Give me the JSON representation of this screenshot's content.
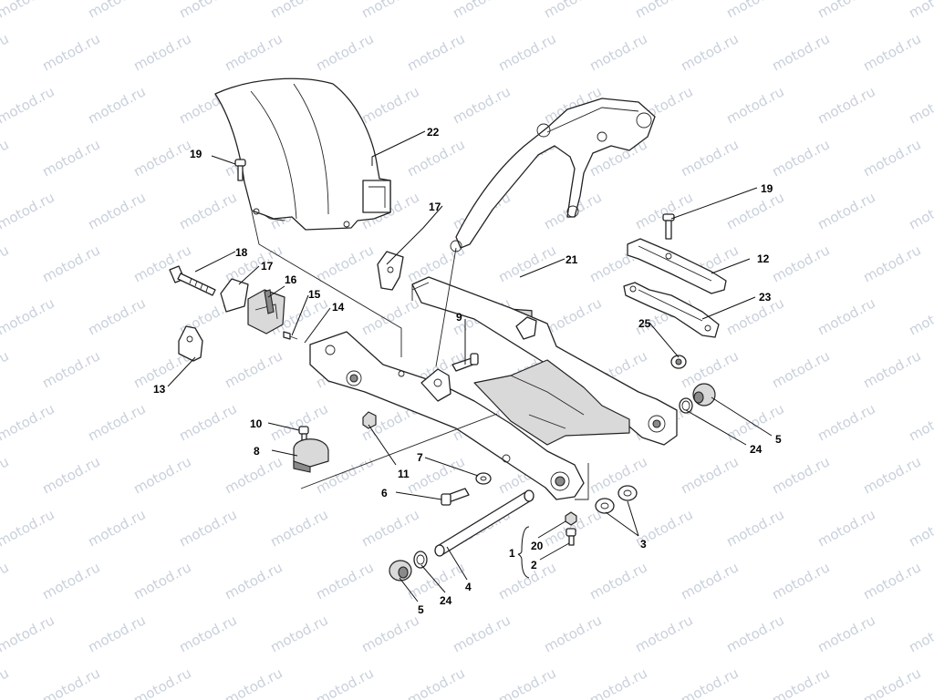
{
  "watermark": "motod.ru",
  "callouts": [
    {
      "id": "c22",
      "text": "22"
    },
    {
      "id": "c19a",
      "text": "19"
    },
    {
      "id": "c19b",
      "text": "19"
    },
    {
      "id": "c17a",
      "text": "17"
    },
    {
      "id": "c17b",
      "text": "17"
    },
    {
      "id": "c18",
      "text": "18"
    },
    {
      "id": "c16",
      "text": "16"
    },
    {
      "id": "c15",
      "text": "15"
    },
    {
      "id": "c14",
      "text": "14"
    },
    {
      "id": "c13",
      "text": "13"
    },
    {
      "id": "c21",
      "text": "21"
    },
    {
      "id": "c12",
      "text": "12"
    },
    {
      "id": "c23",
      "text": "23"
    },
    {
      "id": "c25",
      "text": "25"
    },
    {
      "id": "c9",
      "text": "9"
    },
    {
      "id": "c10",
      "text": "10"
    },
    {
      "id": "c8",
      "text": "8"
    },
    {
      "id": "c11",
      "text": "11"
    },
    {
      "id": "c7",
      "text": "7"
    },
    {
      "id": "c6",
      "text": "6"
    },
    {
      "id": "c5a",
      "text": "5"
    },
    {
      "id": "c24a",
      "text": "24"
    },
    {
      "id": "c5b",
      "text": "5"
    },
    {
      "id": "c24b",
      "text": "24"
    },
    {
      "id": "c4",
      "text": "4"
    },
    {
      "id": "c1",
      "text": "1"
    },
    {
      "id": "c20",
      "text": "20"
    },
    {
      "id": "c2",
      "text": "2"
    },
    {
      "id": "c3",
      "text": "3"
    }
  ]
}
